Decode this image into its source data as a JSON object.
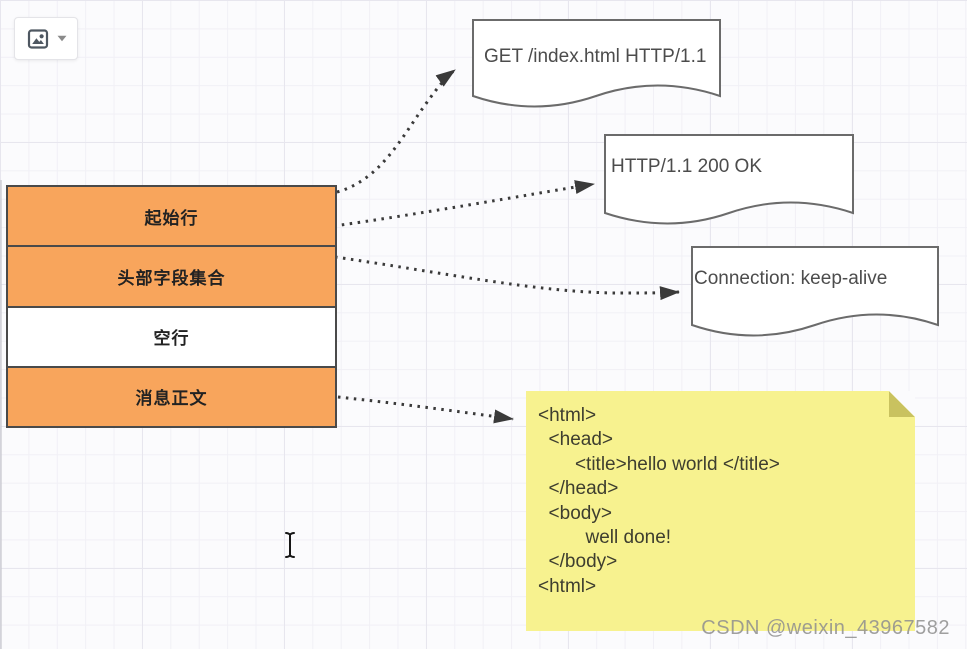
{
  "canvas": {
    "background": "#fbfbfd",
    "grid_minor_color": "#f1f0f6",
    "grid_major_color": "#e7e6ee"
  },
  "toolbar": {
    "shape_button": {
      "icon": "image-icon",
      "dropdown_icon": "chevron-down-icon"
    }
  },
  "table": {
    "rows": [
      {
        "label": "起始行",
        "fill": "#f8a55c"
      },
      {
        "label": "头部字段集合",
        "fill": "#f8a55c"
      },
      {
        "label": "空行",
        "fill": "#ffffff"
      },
      {
        "label": "消息正文",
        "fill": "#f8a55c"
      }
    ],
    "border_color": "#4a4a4a"
  },
  "documents": [
    {
      "text": "GET /index.html HTTP/1.1"
    },
    {
      "text": "HTTP/1.1 200 OK"
    },
    {
      "text": "Connection: keep-alive"
    }
  ],
  "note": {
    "code": "<html>\n  <head>\n       <title>hello world </title>\n  </head>\n  <body>\n         well done!\n  </body>\n<html>",
    "fill": "#f7f28f",
    "fold_color": "#c9c25f",
    "text_color": "#3e3e2f"
  },
  "watermark": {
    "text": "CSDN @weixin_43967582",
    "color": "#8f8f8f"
  },
  "cursor": {
    "icon": "text-cursor-ibeam"
  },
  "colors": {
    "arrow": "#3a3a3a",
    "shape_border": "#6b6b6b",
    "shape_fill": "#ffffff"
  }
}
